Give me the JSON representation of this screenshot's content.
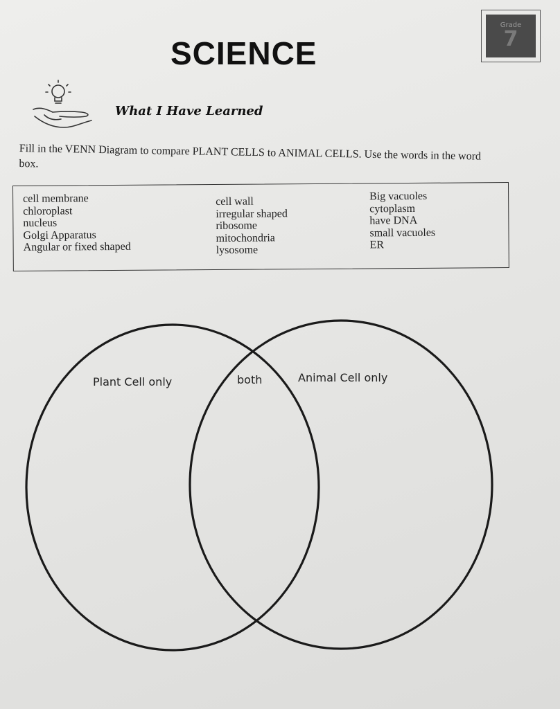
{
  "header": {
    "title": "SCIENCE",
    "grade_label": "Grade",
    "grade_number": "7",
    "section_title": "What I Have Learned"
  },
  "instructions": "Fill in the VENN Diagram to compare PLANT CELLS to ANIMAL CELLS. Use the words in the word box.",
  "word_box": {
    "column_1": [
      "cell membrane",
      "chloroplast",
      "nucleus",
      "Golgi Apparatus",
      "Angular or fixed shaped"
    ],
    "column_2": [
      "cell wall",
      "irregular shaped",
      "ribosome",
      "mitochondria",
      "lysosome"
    ],
    "column_3": [
      "Big vacuoles",
      "cytoplasm",
      "have DNA",
      "small vacuoles",
      "ER"
    ]
  },
  "venn": {
    "left_label": "Plant Cell only",
    "middle_label": "both",
    "right_label": "Animal Cell only"
  },
  "icons": [
    "lightbulb-hand-icon"
  ]
}
